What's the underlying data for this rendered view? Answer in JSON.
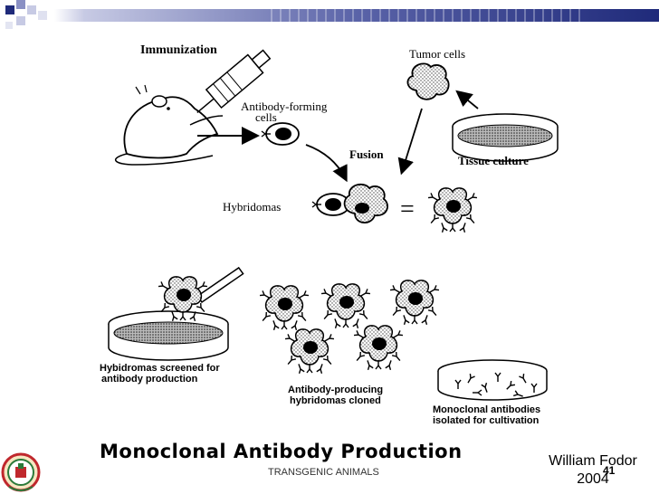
{
  "diagram": {
    "labels": {
      "immunization": "Immunization",
      "antibody_forming_line1": "Antibody-forming",
      "antibody_forming_line2": "cells",
      "tumor_cells": "Tumor cells",
      "tissue_culture": "Tissue culture",
      "fusion": "Fusion",
      "hybridomas": "Hybridomas",
      "screened_line1": "Hybidromas screened for",
      "screened_line2": "antibody  production",
      "cloned_line1": "Antibody-producing",
      "cloned_line2": "hybridomas cloned",
      "monoclonal_line1": "Monoclonal antibodies",
      "monoclonal_line2": "isolated for cultivation"
    },
    "title": "Monoclonal Antibody Production"
  },
  "footer": {
    "center_text": "TRANSGENIC ANIMALS",
    "credit_line1": "William Fodor",
    "credit_line2": "2004",
    "slide_number": "41"
  },
  "colors": {
    "band_dark": "#1f2a7a",
    "band_mid": "#5a63a8",
    "band_light": "#c7cae4",
    "accent_red": "#c0282d",
    "accent_green": "#2c7a3a"
  },
  "icons": {
    "seal": "emblem-seal-icon"
  }
}
